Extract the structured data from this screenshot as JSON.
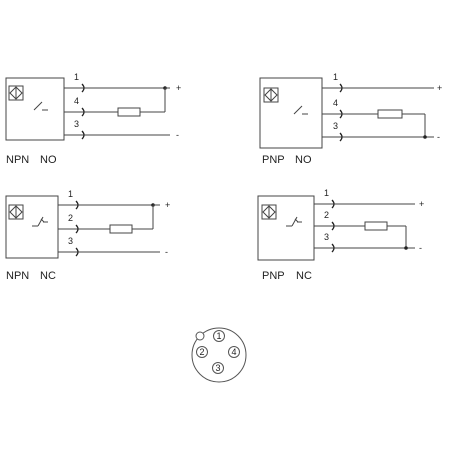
{
  "diagrams": [
    {
      "type_label": "NPN",
      "contact_label": "NO",
      "wires": [
        {
          "pin": "1",
          "polarity": "+"
        },
        {
          "pin": "4",
          "polarity": ""
        },
        {
          "pin": "3",
          "polarity": "-"
        }
      ]
    },
    {
      "type_label": "PNP",
      "contact_label": "NO",
      "wires": [
        {
          "pin": "1",
          "polarity": "+"
        },
        {
          "pin": "4",
          "polarity": ""
        },
        {
          "pin": "3",
          "polarity": "-"
        }
      ]
    },
    {
      "type_label": "NPN",
      "contact_label": "NC",
      "wires": [
        {
          "pin": "1",
          "polarity": "+"
        },
        {
          "pin": "2",
          "polarity": ""
        },
        {
          "pin": "3",
          "polarity": "-"
        }
      ]
    },
    {
      "type_label": "PNP",
      "contact_label": "NC",
      "wires": [
        {
          "pin": "1",
          "polarity": "+"
        },
        {
          "pin": "2",
          "polarity": ""
        },
        {
          "pin": "3",
          "polarity": "-"
        }
      ]
    }
  ],
  "connector": {
    "pins": [
      "1",
      "2",
      "3",
      "4"
    ]
  }
}
